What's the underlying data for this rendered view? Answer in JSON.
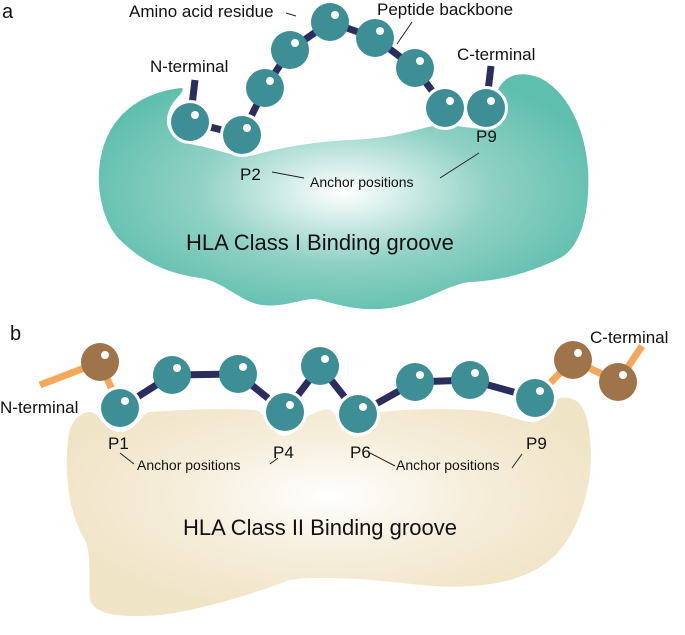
{
  "figure": {
    "panels": [
      {
        "id": "a",
        "label": "a",
        "groove_title": "HLA Class I Binding groove",
        "groove_color": "#5fbfad",
        "residue_count": 9,
        "labels": {
          "amino_acid_residue": "Amino acid residue",
          "peptide_backbone": "Peptide backbone",
          "n_terminal": "N-terminal",
          "c_terminal": "C-terminal",
          "anchor_positions": "Anchor positions"
        },
        "anchors": [
          "P2",
          "P9"
        ]
      },
      {
        "id": "b",
        "label": "b",
        "groove_title": "HLA Class II Binding groove",
        "groove_color": "#f2e7cc",
        "core_residue_count": 9,
        "flanking_residues_n": 1,
        "flanking_residues_c": 2,
        "labels": {
          "n_terminal": "N-terminal",
          "c_terminal": "C-terminal",
          "anchor_positions_1": "Anchor positions",
          "anchor_positions_2": "Anchor positions"
        },
        "anchors": [
          "P1",
          "P4",
          "P6",
          "P9"
        ]
      }
    ],
    "colors": {
      "residue": "#3d8f95",
      "backbone": "#2b2d5c",
      "flanking_residue": "#a0744a",
      "flanking_backbone": "#f5a85a",
      "highlight": "#ffffff"
    }
  }
}
